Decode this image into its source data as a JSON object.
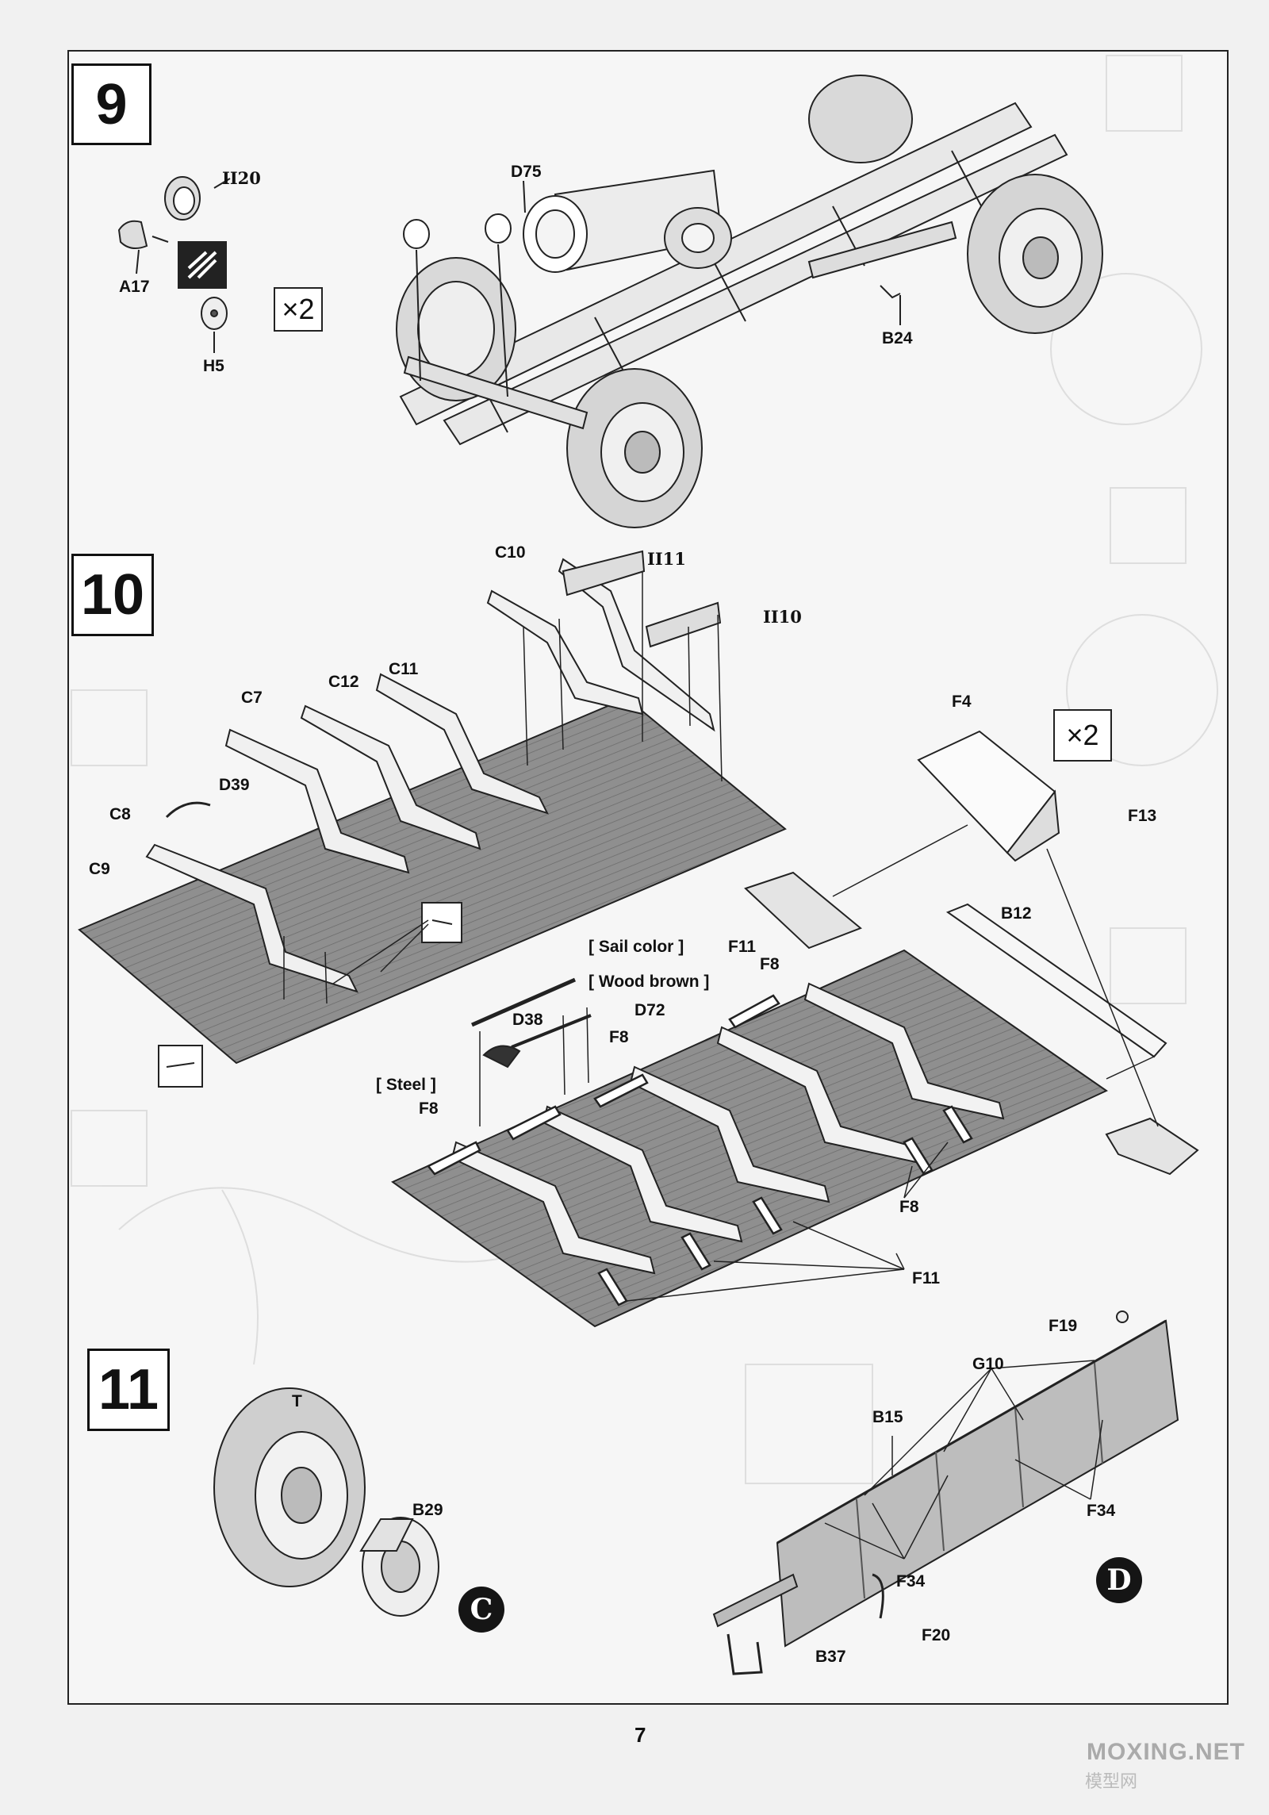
{
  "steps": {
    "s9": "9",
    "s10": "10",
    "s11": "11"
  },
  "step9": {
    "labels": {
      "ii20": "II20",
      "a17": "A17",
      "h5": "H5",
      "d75": "D75",
      "b24": "B24"
    },
    "qty": "×2"
  },
  "step10": {
    "labels": {
      "c10": "C10",
      "ii11": "II11",
      "ii10": "II10",
      "c11": "C11",
      "c12": "C12",
      "c7": "C7",
      "d39": "D39",
      "c8": "C8",
      "c9": "C9",
      "f4": "F4",
      "f13": "F13",
      "b12": "B12",
      "f11a": "F11",
      "f8a": "F8",
      "d72": "D72",
      "d38": "D38",
      "f8b": "F8",
      "f8c": "F8",
      "f8d": "F8",
      "f11b": "F11"
    },
    "paint": {
      "sail": "[ Sail color ]",
      "wood": "[ Wood brown ]",
      "steel": "[ Steel ]"
    },
    "qty": "×2"
  },
  "step11": {
    "labels": {
      "t": "T",
      "b29": "B29",
      "f19": "F19",
      "g10": "G10",
      "b15": "B15",
      "f34a": "F34",
      "f34b": "F34",
      "f20": "F20",
      "b37": "B37"
    },
    "markers": {
      "c": "C",
      "d": "D"
    }
  },
  "page_number": "7",
  "watermark": {
    "main": "MOXING.NET",
    "sub": "模型网"
  }
}
